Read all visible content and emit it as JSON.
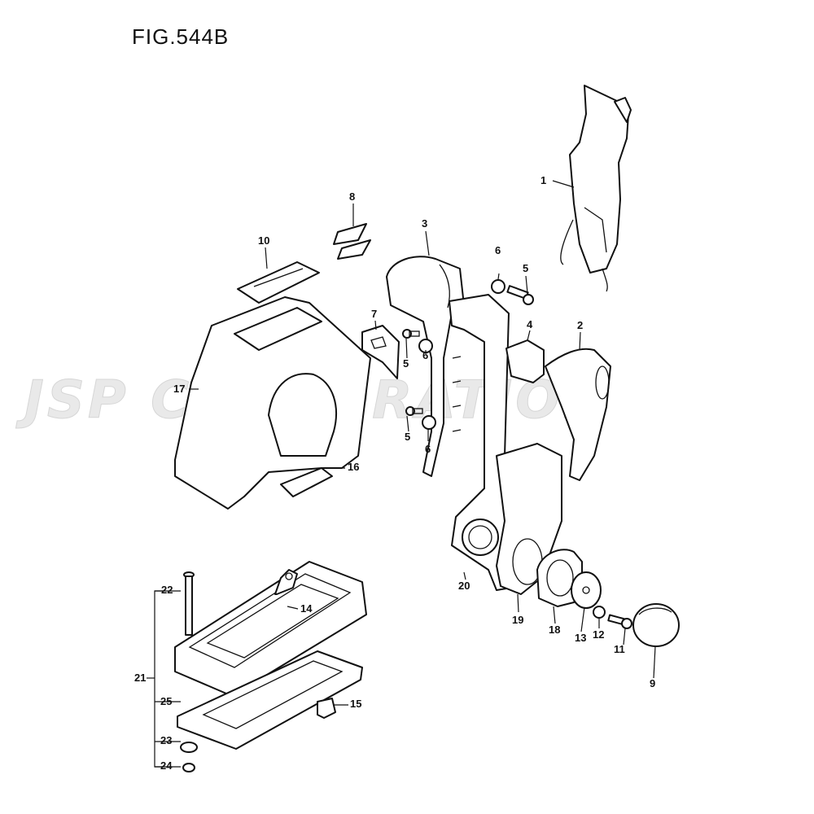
{
  "figure_title": "FIG.544B",
  "watermark": "JSP CORPORATION",
  "callouts": [
    {
      "id": "c1",
      "label": "1"
    },
    {
      "id": "c2",
      "label": "2"
    },
    {
      "id": "c3",
      "label": "3"
    },
    {
      "id": "c4",
      "label": "4"
    },
    {
      "id": "c5a",
      "label": "5"
    },
    {
      "id": "c5b",
      "label": "5"
    },
    {
      "id": "c5c",
      "label": "5"
    },
    {
      "id": "c6a",
      "label": "6"
    },
    {
      "id": "c6b",
      "label": "6"
    },
    {
      "id": "c6c",
      "label": "6"
    },
    {
      "id": "c7",
      "label": "7"
    },
    {
      "id": "c8",
      "label": "8"
    },
    {
      "id": "c9",
      "label": "9"
    },
    {
      "id": "c10",
      "label": "10"
    },
    {
      "id": "c11",
      "label": "11"
    },
    {
      "id": "c12",
      "label": "12"
    },
    {
      "id": "c13",
      "label": "13"
    },
    {
      "id": "c14",
      "label": "14"
    },
    {
      "id": "c15",
      "label": "15"
    },
    {
      "id": "c16",
      "label": "16"
    },
    {
      "id": "c17",
      "label": "17"
    },
    {
      "id": "c18",
      "label": "18"
    },
    {
      "id": "c19",
      "label": "19"
    },
    {
      "id": "c20",
      "label": "20"
    },
    {
      "id": "c21",
      "label": "21"
    },
    {
      "id": "c22",
      "label": "22"
    },
    {
      "id": "c23",
      "label": "23"
    },
    {
      "id": "c24",
      "label": "24"
    },
    {
      "id": "c25",
      "label": "25"
    }
  ]
}
